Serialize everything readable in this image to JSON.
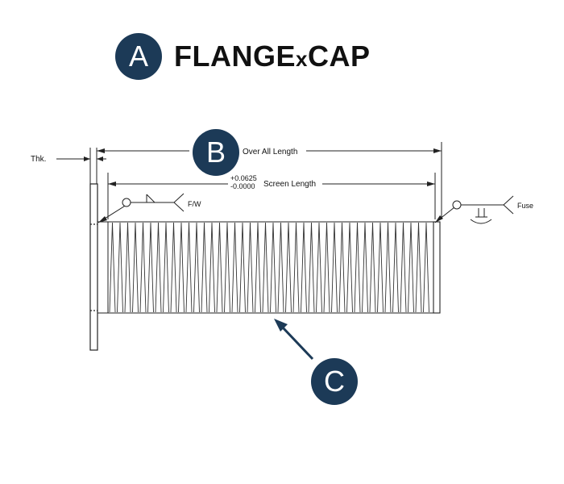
{
  "badges": {
    "a": "A",
    "b": "B",
    "c": "C"
  },
  "title": {
    "part1": "FLANGE",
    "part2": "x",
    "part3": "CAP"
  },
  "dims": {
    "thickness": "Thk.",
    "overall_length": "Over All Length",
    "tolerance_plus": "+0.0625",
    "tolerance_minus": "-0.0000",
    "screen_length": "Screen Length"
  },
  "welds": {
    "left": "F/W",
    "right": "Fuse"
  },
  "colors": {
    "badge": "#1c3a57",
    "arrow": "#1c3a57",
    "line": "#222222"
  }
}
